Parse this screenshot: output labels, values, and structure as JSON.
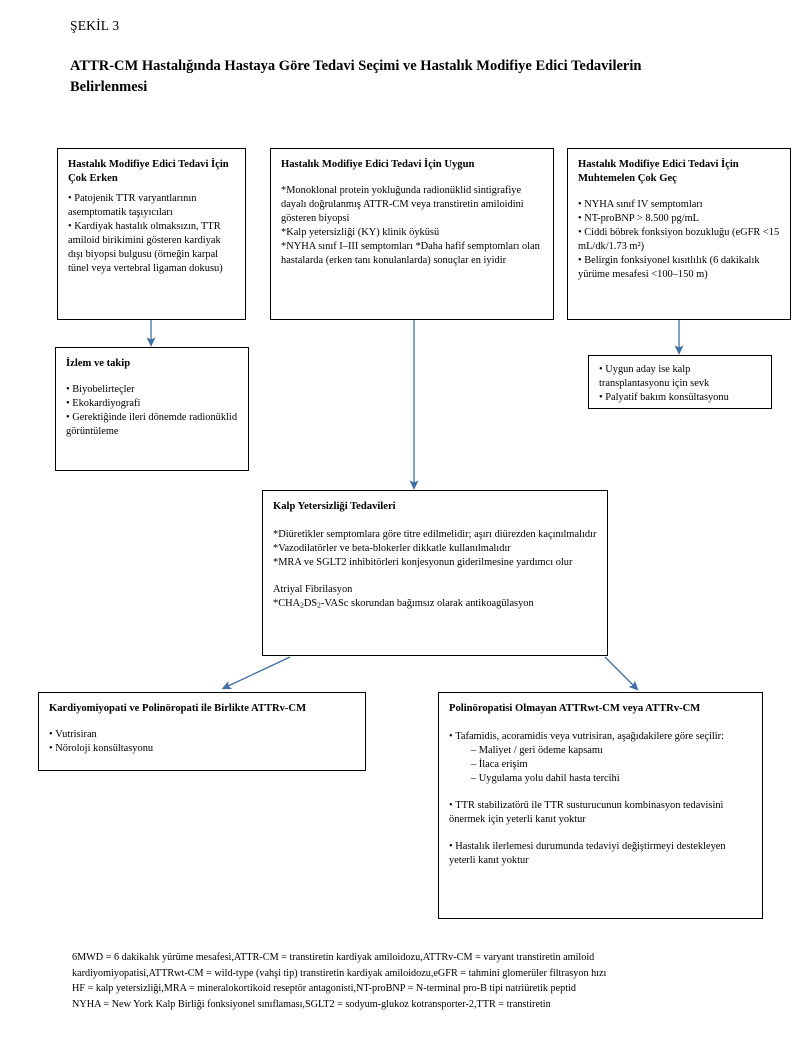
{
  "header": {
    "figure_label": "ŞEKİL 3",
    "title": "ATTR-CM Hastalığında Hastaya Göre Tedavi Seçimi ve Hastalık Modifiye Edici Tedavilerin Belirlenmesi"
  },
  "colors": {
    "arrow": "#3f6FA8",
    "box_border": "#000000",
    "text": "#000000",
    "background": "#FFFFFF"
  },
  "nodes": {
    "too_early": {
      "title": "Hastalık Modifiye Edici Tedavi İçin Çok Erken",
      "items": [
        "Patojenik TTR varyantlarının asemptomatik taşıyıcıları",
        "Kardiyak hastalık olmaksızın, TTR amiloid birikimini gösteren kardiyak dışı biyopsi bulgusu (örneğin karpal tünel veya vertebral ligaman dokusu)"
      ]
    },
    "candidate": {
      "title": "Hastalık Modifiye Edici Tedavi İçin Uygun",
      "items": [
        "*Monoklonal protein yokluğunda radionüklid sintigrafiye dayalı doğrulanmış ATTR-CM veya transtiretin amiloidini gösteren biyopsi",
        "*Kalp yetersizliği (KY) klinik öyküsü",
        "*NYHA sınıf I–III semptomları   *Daha hafif semptomları olan hastalarda (erken tanı konulanlarda) sonuçlar en iyidir"
      ]
    },
    "too_late": {
      "title": "Hastalık Modifiye Edici Tedavi İçin Muhtemelen Çok Geç",
      "items": [
        "NYHA sınıf IV semptomları",
        "NT-proBNP > 8.500 pg/mL",
        "Ciddi böbrek fonksiyon bozukluğu (eGFR <15 mL/dk/1.73 m²)",
        "Belirgin fonksiyonel kısıtlılık (6 dakikalık yürüme mesafesi <100–150 m)"
      ]
    },
    "monitor": {
      "title": "İzlem ve takip",
      "items": [
        "Biyobelirteçler",
        "Ekokardiyografi",
        "Gerektiğinde ileri dönemde radionüklid görüntüleme"
      ]
    },
    "transplant": {
      "title": "",
      "items": [
        "Uygun aday ise kalp transplantasyonu için sevk",
        "Palyatif bakım konsültasyonu"
      ]
    },
    "heart_failure": {
      "title": "Kalp Yetersizliği Tedavileri",
      "items": [
        "*Diüretikler semptomlara göre titre edilmelidir; aşırı diürezden kaçınılmalıdır",
        "*Vazodilatörler ve beta-blokerler dikkatle kullanılmalıdır",
        "*MRA ve SGLT2 inhibitörleri konjesyonun giderilmesine yardımcı olur"
      ],
      "subheading": "Atriyal Fibrilasyon",
      "subitems_html": "*CHA<sub>2</sub>DS<sub>2</sub>-VASc skorundan bağımsız olarak antikoagülasyon"
    },
    "cm_with_pn": {
      "title": "Kardiyomiyopati ve  Polinöropati ile Birlikte ATTRv-CM",
      "items": [
        "Vutrisiran",
        "Nöroloji konsültasyonu"
      ]
    },
    "no_pn": {
      "title": "Polinöropatisi Olmayan ATTRwt-CM veya ATTRv-CM",
      "items": [
        "Tafamidis, acoramidis veya vutrisiran, aşağıdakilere göre seçilir:"
      ],
      "subitems": [
        "Maliyet / geri ödeme kapsamı",
        "İlaca erişim",
        "Uygulama yolu dahil hasta tercihi"
      ],
      "items2": [
        "TTR stabilizatörü ile TTR susturucunun kombinasyon tedavisini önermek için yeterli kanıt yoktur"
      ],
      "items3": [
        "Hastalık ilerlemesi durumunda tedaviyi değiştirmeyi destekleyen yeterli kanıt yoktur"
      ]
    }
  },
  "footnote": {
    "line1": "6MWD = 6 dakikalık yürüme mesafesi,ATTR-CM = transtiretin kardiyak amiloidozu,ATTRv-CM = varyant transtiretin amiloid",
    "line2": "kardiyomiyopatisi,ATTRwt-CM = wild-type (vahşi tip) transtiretin kardiyak amiloidozu,eGFR = tahmini glomerüler filtrasyon hızı",
    "line3": "HF = kalp yetersizliği,MRA = mineralokortikoid reseptör antagonisti,NT-proBNP = N-terminal pro-B tipi natriüretik peptid",
    "line4": "NYHA = New York Kalp Birliği fonksiyonel sınıflaması,SGLT2 = sodyum-glukoz kotransporter-2,TTR = transtiretin"
  }
}
